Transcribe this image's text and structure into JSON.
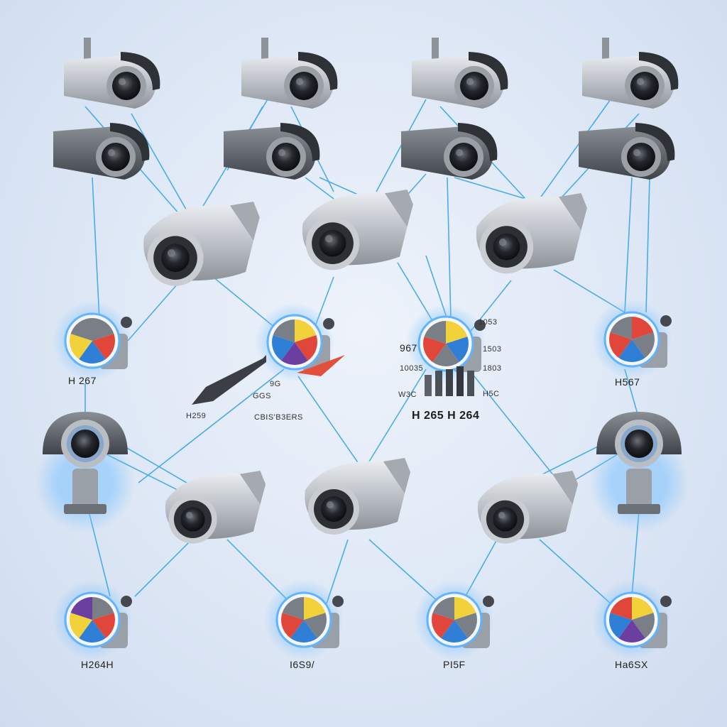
{
  "labels": {
    "row1_left": "H 267",
    "row1_right": "H567",
    "center_top": "967",
    "center_bottom_codecs": "H 265   H 264",
    "bottom_1": "H264H",
    "bottom_2": "I6S9/",
    "bottom_3": "PI5F",
    "bottom_4": "Ha6SX",
    "chart_small": {
      "a": "1053",
      "b": "1503",
      "c": "1803",
      "d": "10035",
      "e": "W3C",
      "f": "H5C",
      "g": "H259",
      "h": "GGS",
      "i": "9G",
      "j": "CBIS'B3ERS"
    }
  },
  "colors": {
    "link_line": "#3aa6e8",
    "glow": "#5fb3ff",
    "camera_body": "#b9bdc4",
    "camera_dark": "#5b5f66",
    "pie_red": "#e0463a",
    "pie_blue": "#2f7fd6",
    "pie_yellow": "#f2d23a",
    "pie_gray": "#7a7f87",
    "pie_purple": "#6b3fa0"
  }
}
